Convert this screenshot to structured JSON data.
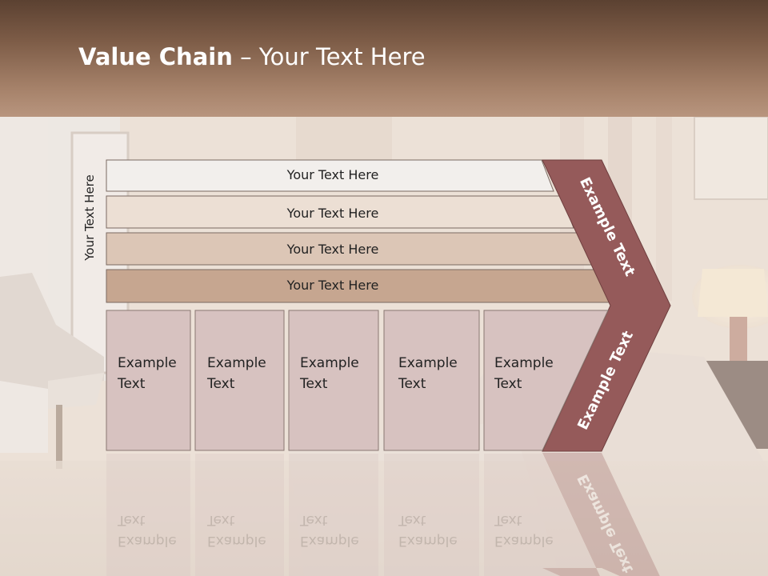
{
  "title": {
    "bold": "Value Chain",
    "rest": " – Your Text Here"
  },
  "side_label": "Your Text Here",
  "support_bars": [
    {
      "label": "Your Text Here",
      "fill": "#f2efec"
    },
    {
      "label": "Your Text Here",
      "fill": "#ecdfd4"
    },
    {
      "label": "Your Text Here",
      "fill": "#dcc6b6"
    },
    {
      "label": "Your Text Here",
      "fill": "#c6a690"
    }
  ],
  "primary_boxes": [
    {
      "line1": "Example",
      "line2": "Text"
    },
    {
      "line1": "Example",
      "line2": "Text"
    },
    {
      "line1": "Example",
      "line2": "Text"
    },
    {
      "line1": "Example",
      "line2": "Text"
    },
    {
      "line1": "Example",
      "line2": "Text"
    }
  ],
  "arrow_labels": {
    "upper": "Example Text",
    "lower": "Example Text"
  },
  "colors": {
    "arrow": "#955a5a",
    "box_fill": "#d7c2c0",
    "bar_stroke": "#7a6a62"
  }
}
